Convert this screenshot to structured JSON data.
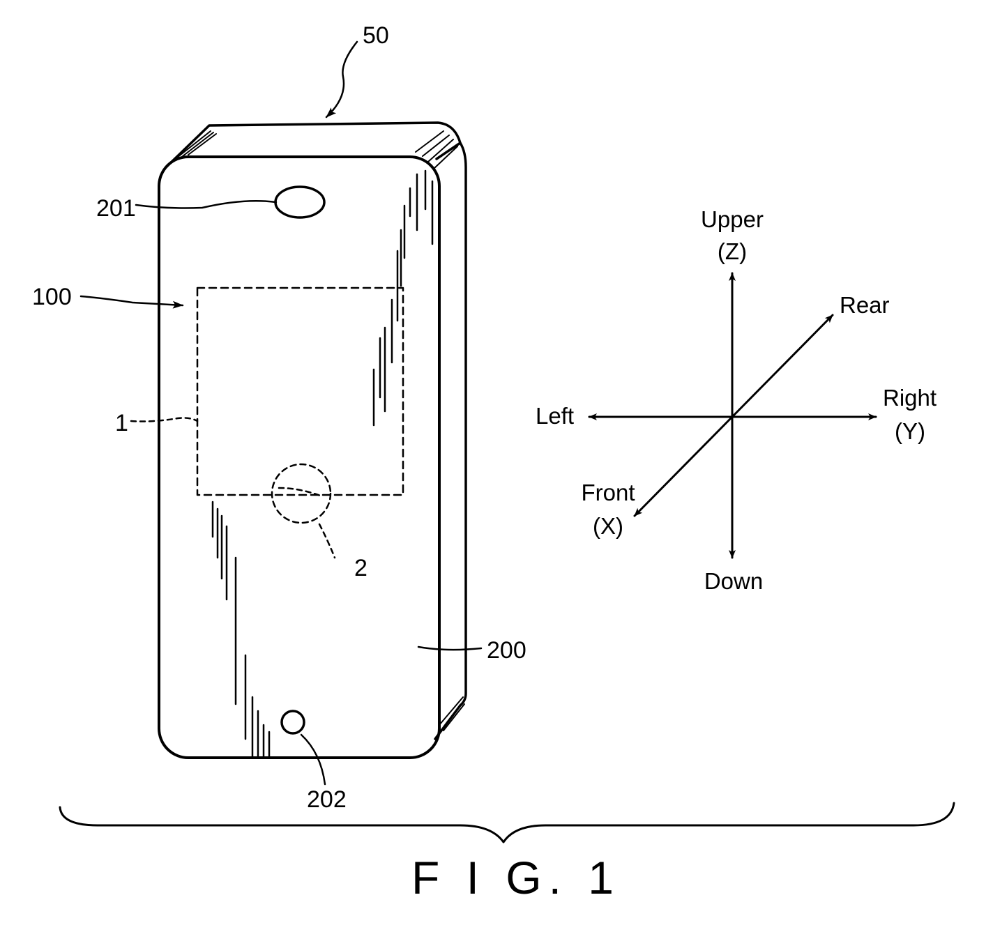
{
  "figure": {
    "caption": "F I G. 1",
    "reference_labels": {
      "device": "50",
      "front_panel": "100",
      "region_1": "1",
      "region_2": "2",
      "case": "200",
      "upper_hole": "201",
      "lower_hole": "202"
    },
    "directions": {
      "upper": "Upper",
      "upper_axis": "(Z)",
      "down": "Down",
      "left": "Left",
      "right": "Right",
      "right_axis": "(Y)",
      "rear": "Rear",
      "front": "Front",
      "front_axis": "(X)"
    }
  },
  "colors": {
    "ink": "#000000",
    "paper": "#ffffff"
  }
}
